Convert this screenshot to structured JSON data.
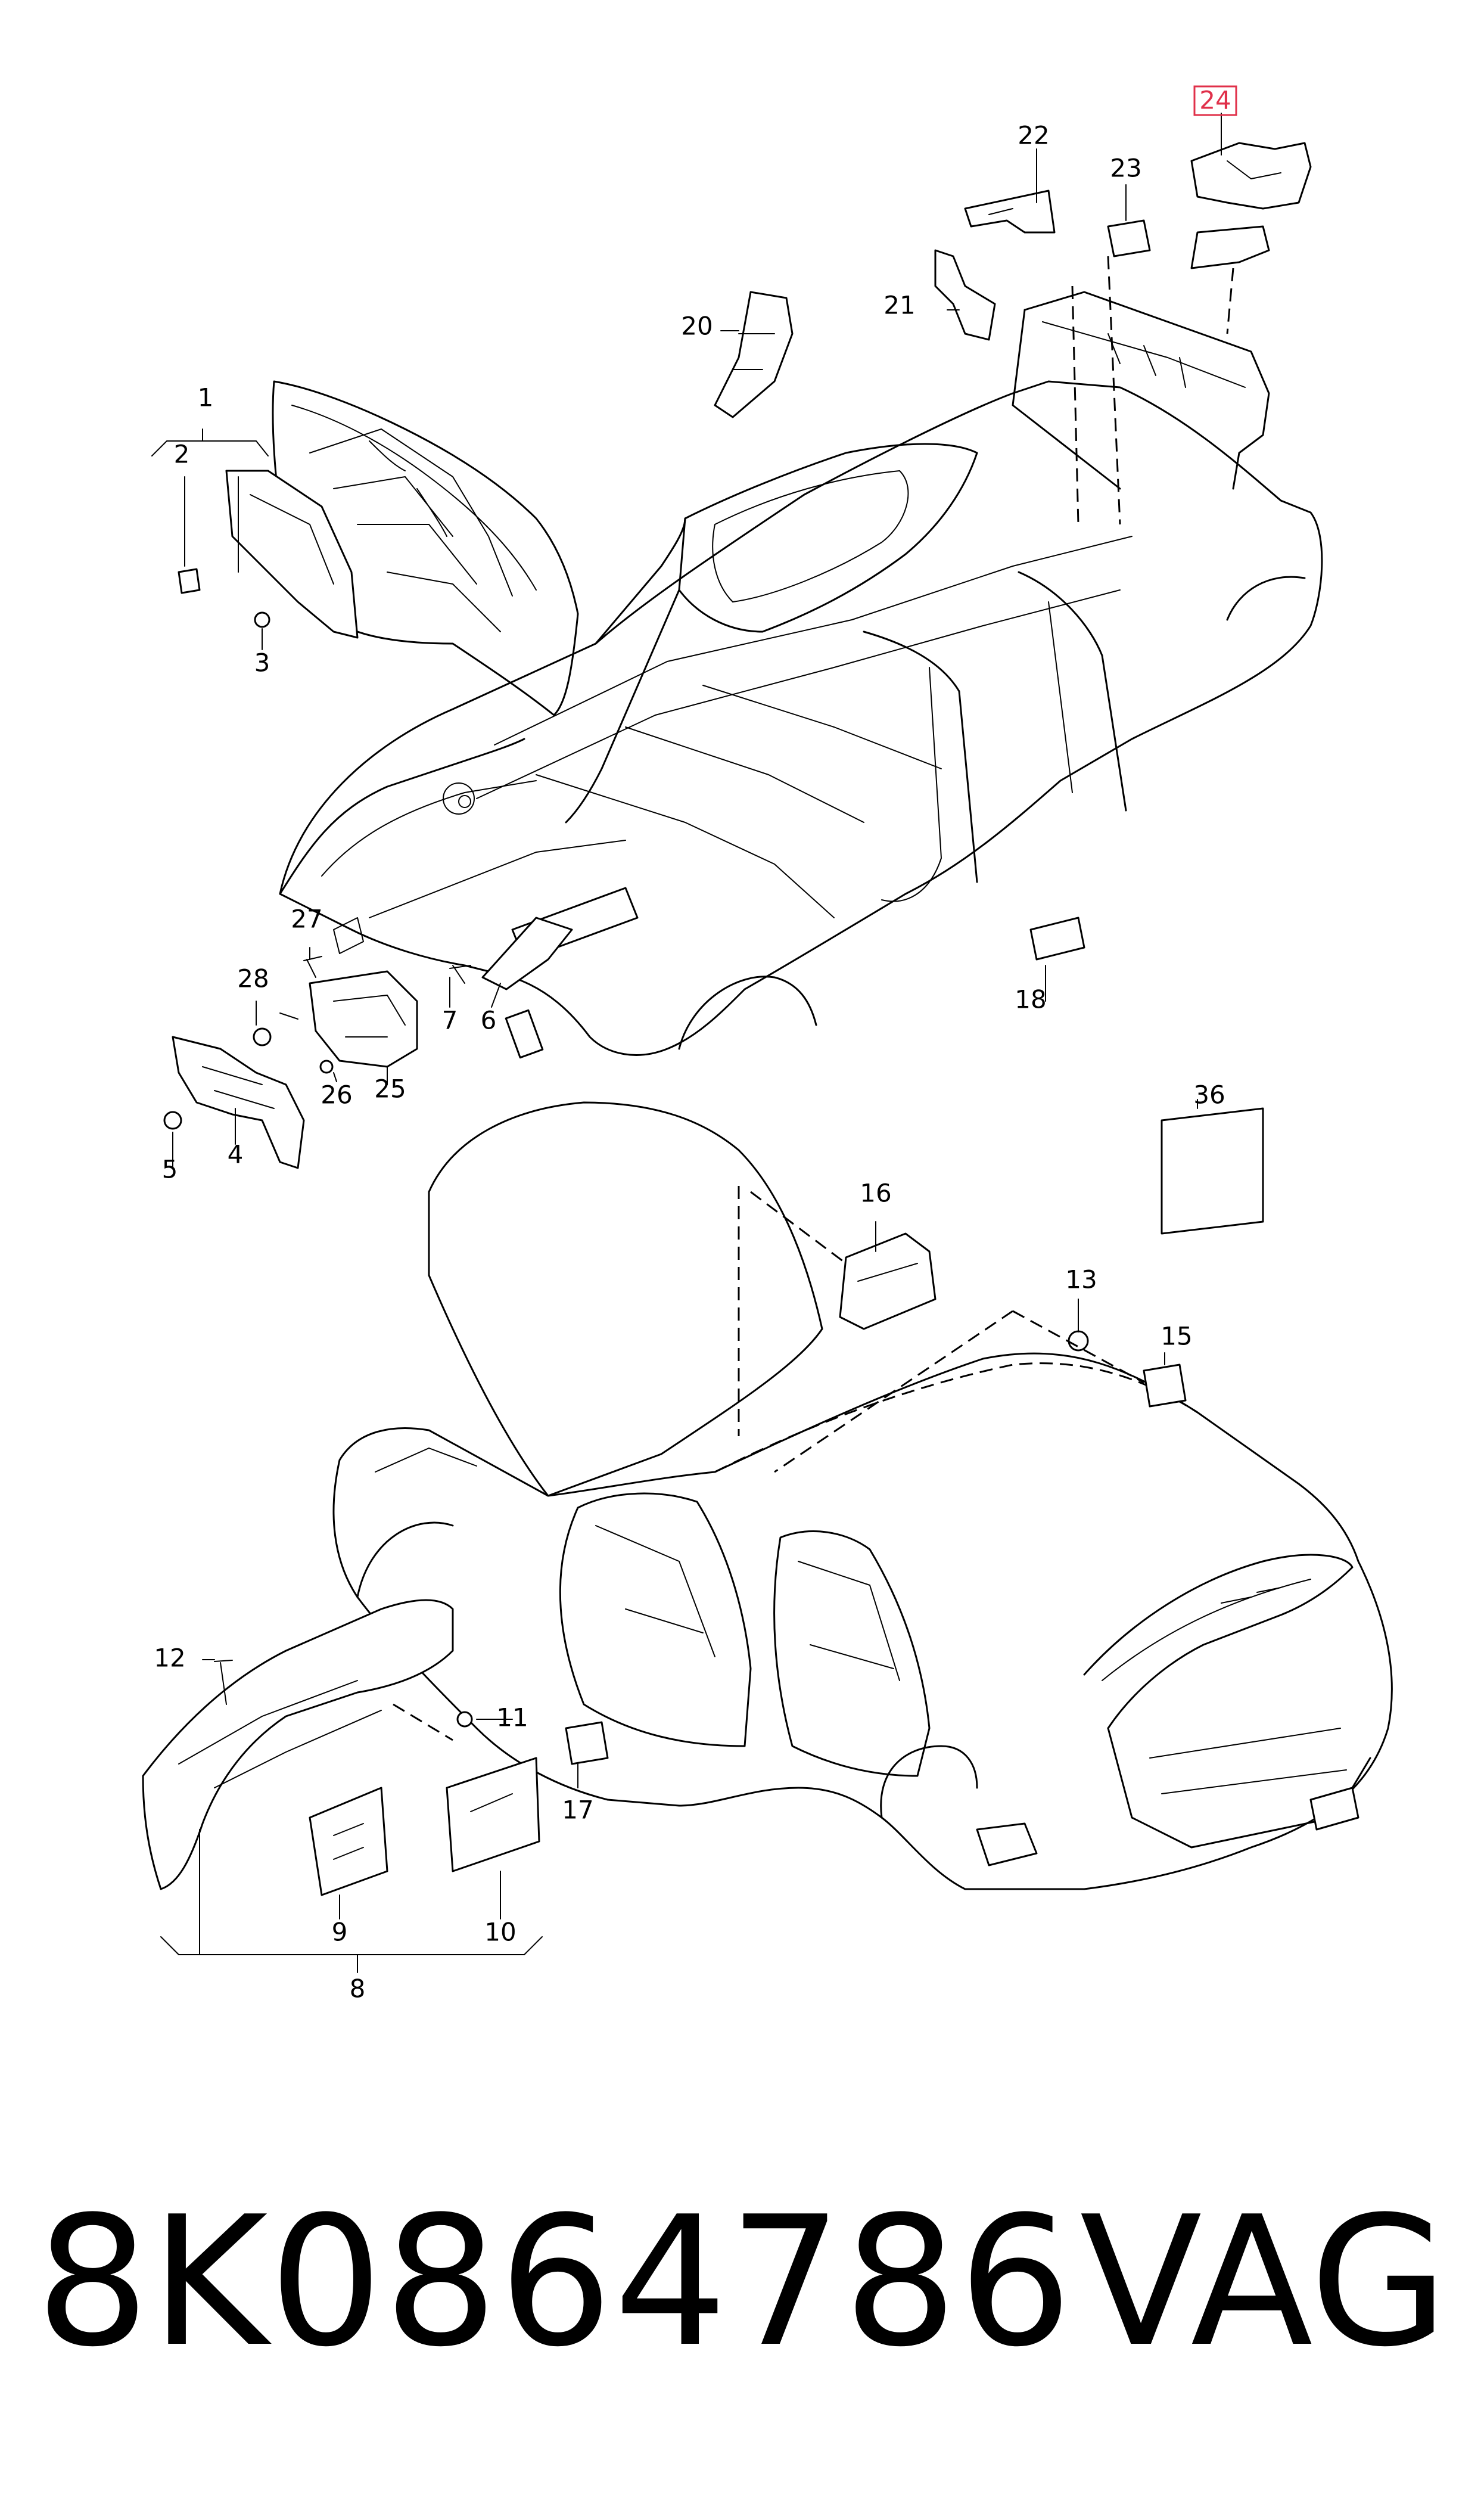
{
  "callouts": {
    "c1": "1",
    "c2": "2",
    "c3": "3",
    "c4": "4",
    "c5": "5",
    "c6": "6",
    "c7": "7",
    "c8": "8",
    "c9": "9",
    "c10": "10",
    "c11": "11",
    "c12": "12",
    "c13": "13",
    "c15": "15",
    "c16": "16",
    "c17": "17",
    "c18": "18",
    "c20": "20",
    "c21": "21",
    "c22": "22",
    "c23": "23",
    "c24": "24",
    "c25": "25",
    "c26": "26",
    "c27": "27",
    "c28": "28",
    "c36": "36"
  },
  "highlight_color": "#e0304a",
  "footer": {
    "part_number": "8K0864786",
    "brand": "VAG"
  }
}
